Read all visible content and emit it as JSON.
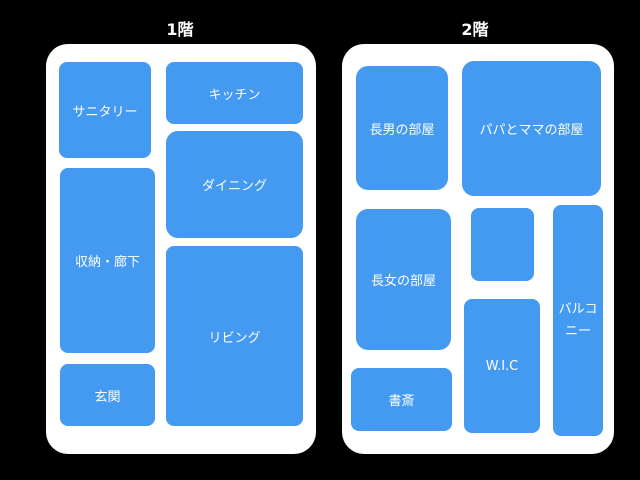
{
  "colors": {
    "background": "#000000",
    "plan": "#ffffff",
    "room": "#4499f0",
    "text": "#ffffff"
  },
  "floor1": {
    "title": "1階",
    "rooms": {
      "sanitary": "サニタリー",
      "kitchen": "キッチン",
      "dining": "ダイニング",
      "storage": "収納・廊下",
      "living": "リビング",
      "entrance": "玄関"
    }
  },
  "floor2": {
    "title": "2階",
    "rooms": {
      "eldest_son": "長男の部屋",
      "parents": "パパとママの部屋",
      "eldest_daughter": "長女の部屋",
      "wic": "W.I.C",
      "balcony_line1": "バルコ",
      "balcony_line2": "ニー",
      "study": "書斎"
    }
  }
}
